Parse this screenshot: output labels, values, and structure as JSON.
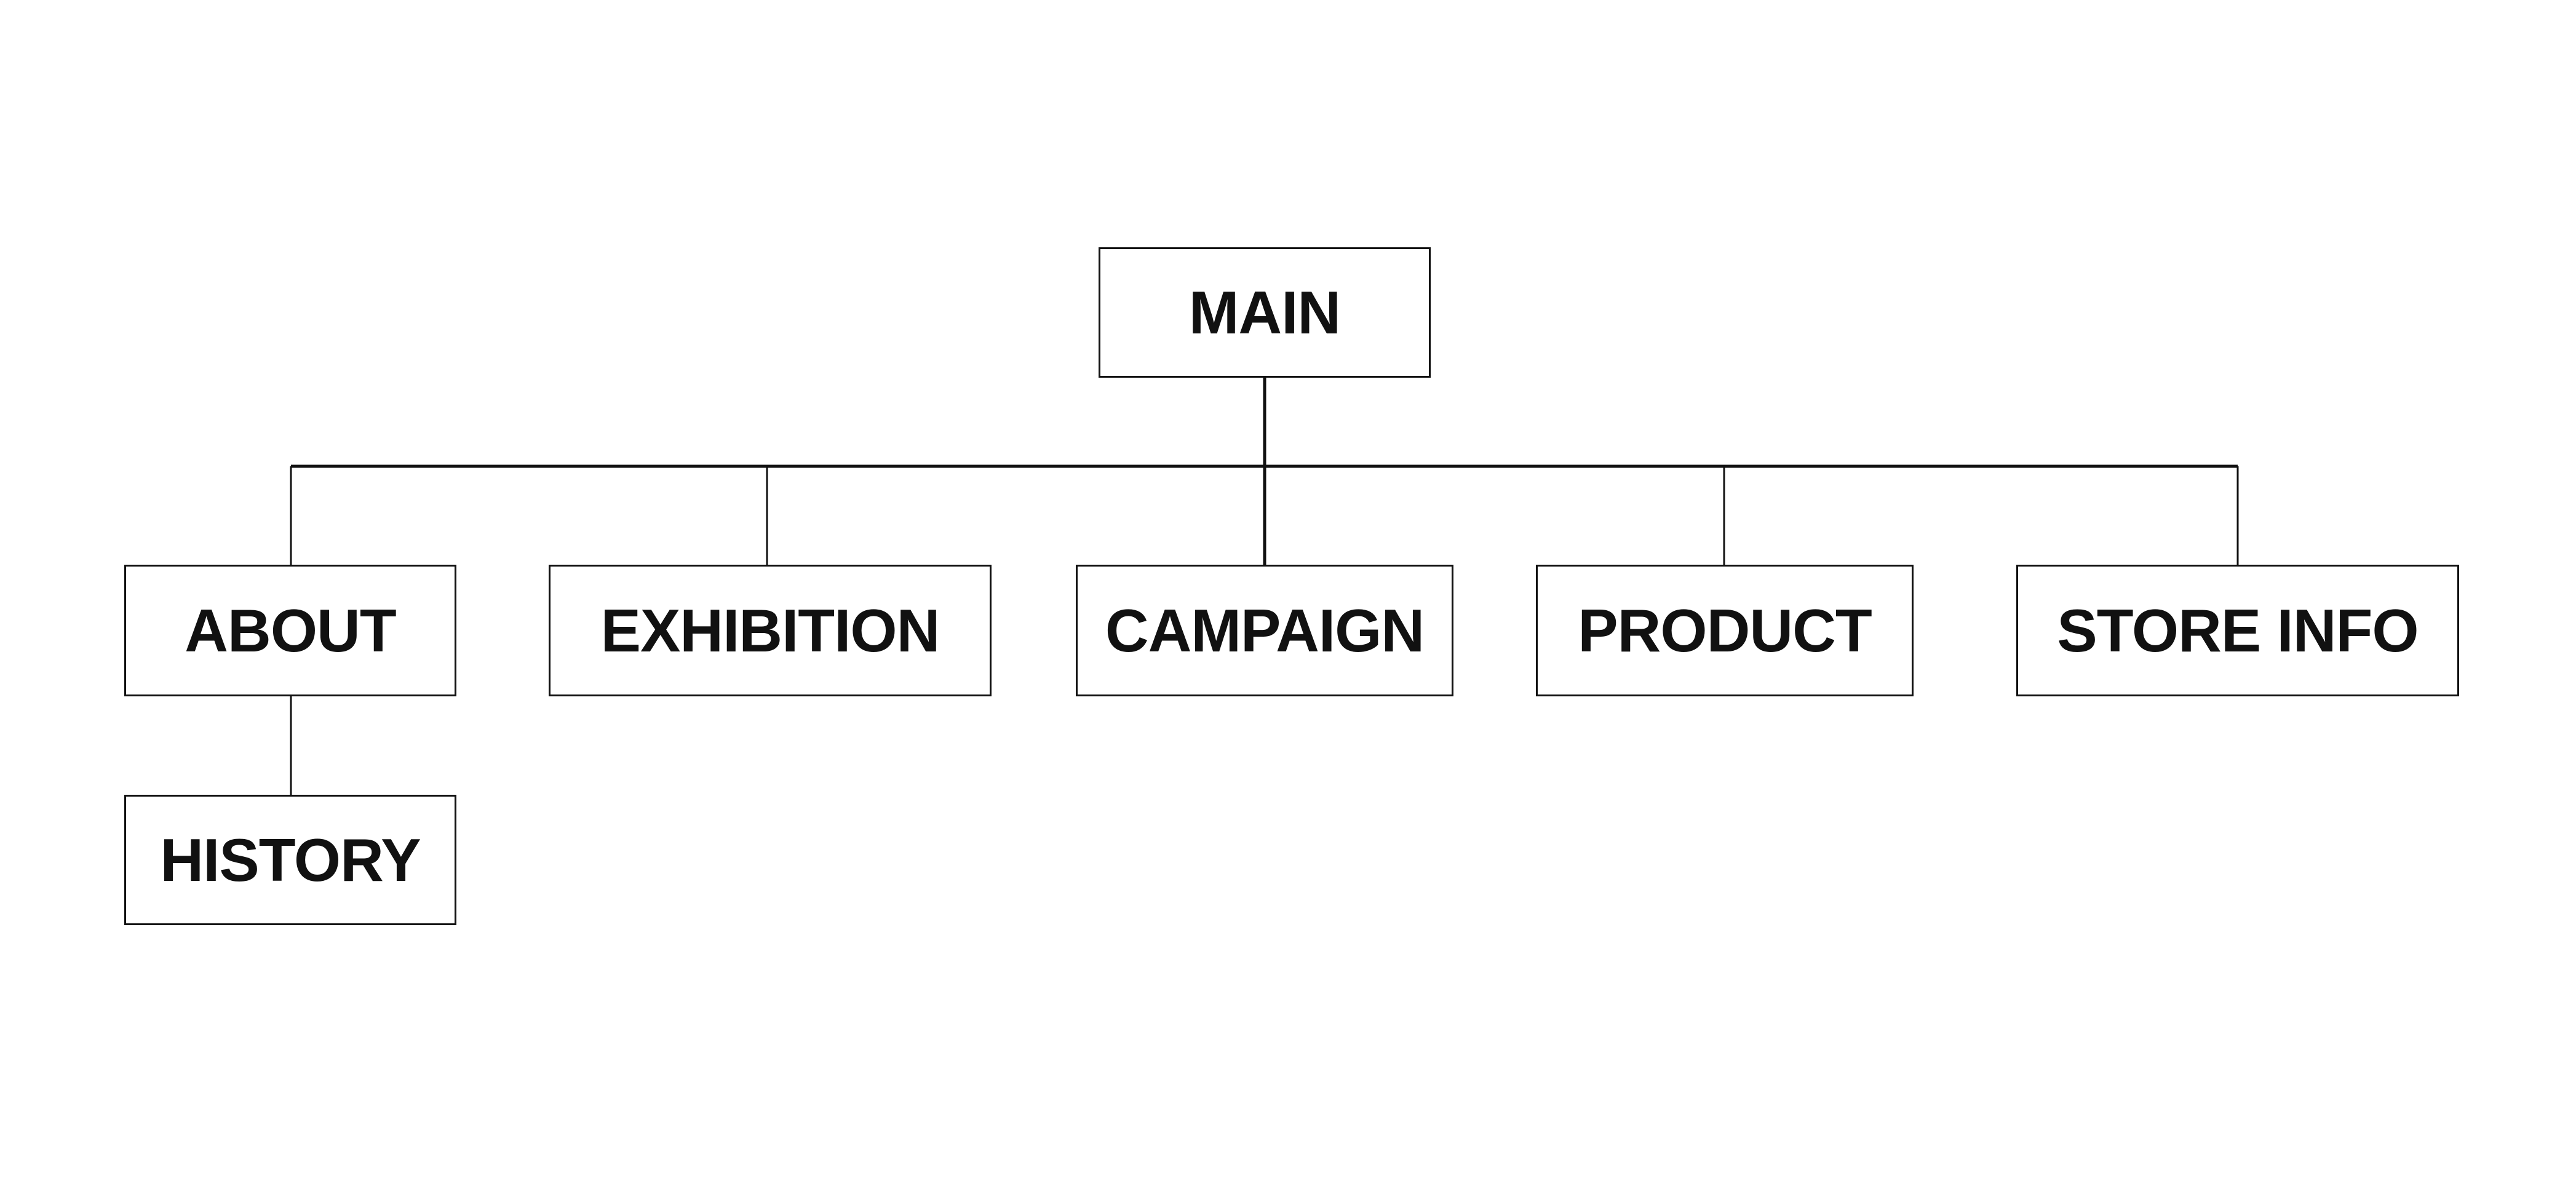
{
  "diagram": {
    "type": "tree",
    "line_color": "#111111",
    "box_border_color": "#111111",
    "text_color": "#111111",
    "background": "#ffffff",
    "nodes": {
      "main": "MAIN",
      "about": "ABOUT",
      "exhibition": "EXHIBITION",
      "campaign": "CAMPAIGN",
      "product": "PRODUCT",
      "store_info": "STORE INFO",
      "history": "HISTORY"
    },
    "edges": [
      [
        "main",
        "about"
      ],
      [
        "main",
        "exhibition"
      ],
      [
        "main",
        "campaign"
      ],
      [
        "main",
        "product"
      ],
      [
        "main",
        "store_info"
      ],
      [
        "about",
        "history"
      ]
    ]
  }
}
